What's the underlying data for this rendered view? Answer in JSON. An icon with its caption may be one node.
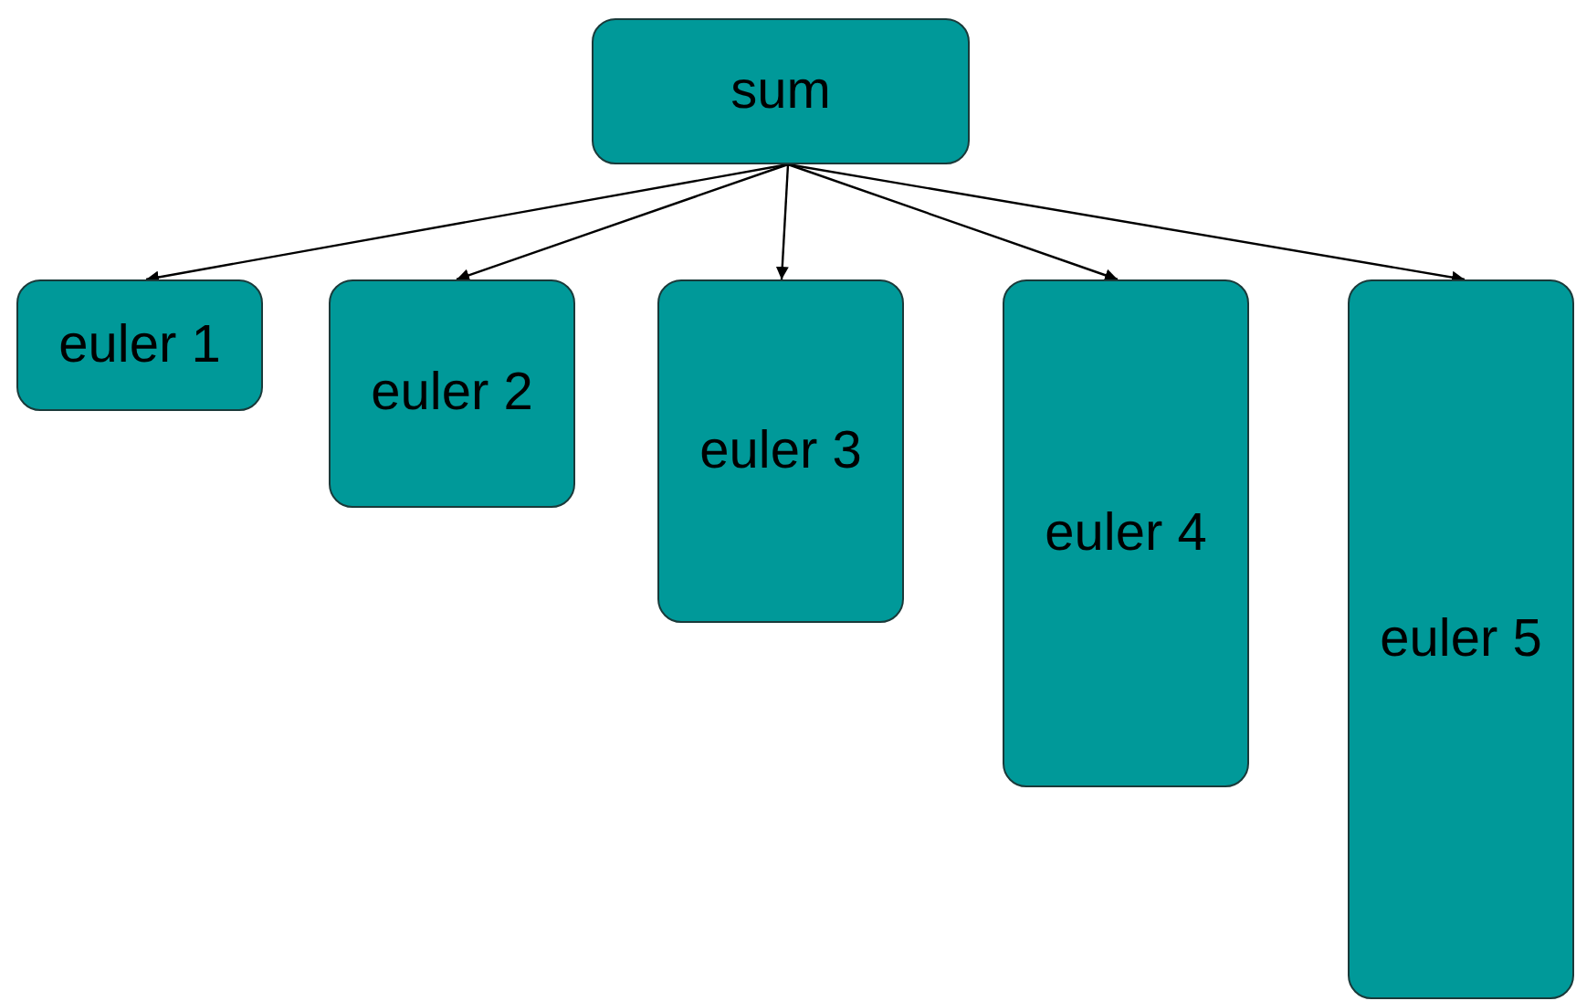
{
  "diagram": {
    "nodes": [
      {
        "text": [
          "sum"
        ]
      },
      {
        "text": [
          "euler 1"
        ]
      },
      {
        "text": [
          "euler 2"
        ]
      },
      {
        "text": [
          "euler 3"
        ]
      },
      {
        "text": [
          "euler 4"
        ]
      },
      {
        "text": [
          "euler 5"
        ]
      }
    ],
    "edges": [
      {
        "from": 0,
        "to": 1,
        "arrow": "to"
      },
      {
        "from": 0,
        "to": 2,
        "arrow": "to"
      },
      {
        "from": 0,
        "to": 3,
        "arrow": "to"
      },
      {
        "from": 0,
        "to": 4,
        "arrow": "to"
      },
      {
        "from": 0,
        "to": 5,
        "arrow": "to"
      }
    ]
  }
}
